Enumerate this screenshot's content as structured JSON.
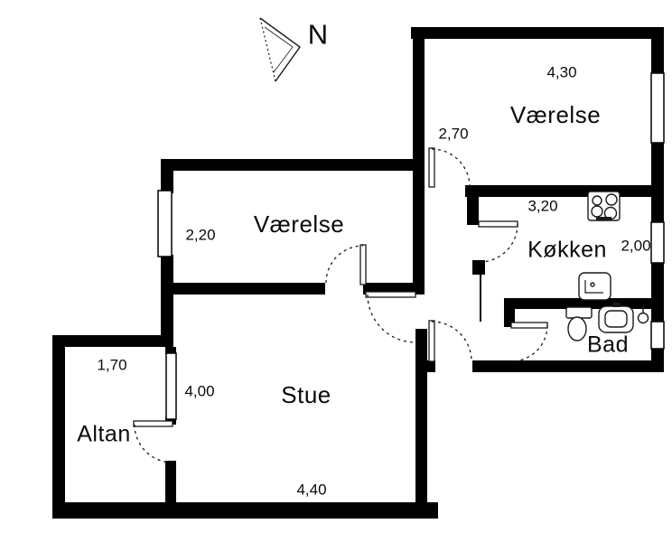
{
  "compass": {
    "label": "N"
  },
  "rooms": {
    "bedroom_ne": {
      "name": "Værelse",
      "dim_width": "4,30",
      "dim_depth": "2,70"
    },
    "bedroom_w": {
      "name": "Værelse",
      "dim_width": "2,20"
    },
    "kitchen": {
      "name": "Køkken",
      "dim_width": "3,20",
      "dim_depth": "2,00"
    },
    "bath": {
      "name": "Bad"
    },
    "living": {
      "name": "Stue",
      "dim_depth": "4,00",
      "dim_width": "4,40"
    },
    "balcony": {
      "name": "Altan",
      "dim_width": "1,70"
    }
  },
  "icons": {
    "compass": "north-arrow-icon",
    "kitchen": [
      "stove-icon",
      "kitchen-sink-icon"
    ],
    "bath": [
      "toilet-icon",
      "washbasin-icon",
      "floor-drain-icon"
    ]
  },
  "colors": {
    "wall": "#000000",
    "background": "#ffffff",
    "line": "#1a1a1a"
  }
}
